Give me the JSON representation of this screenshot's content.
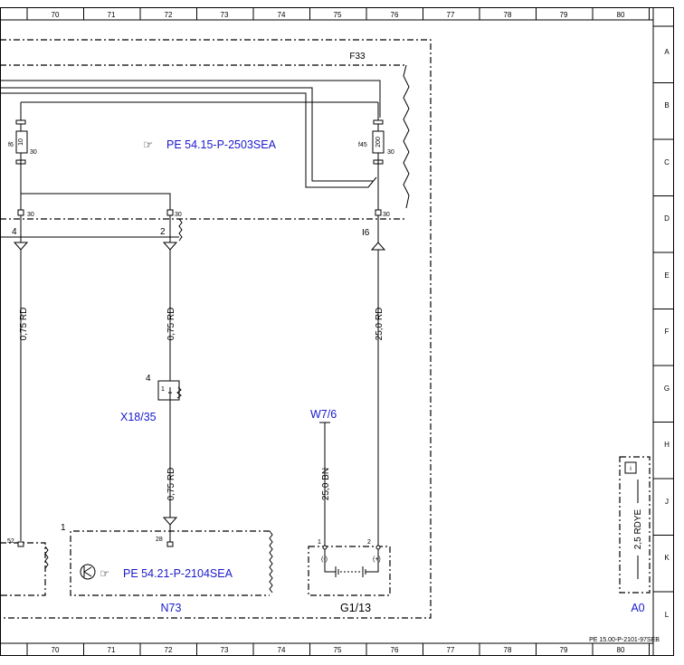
{
  "frame": {
    "columns": [
      "70",
      "71",
      "72",
      "73",
      "74",
      "75",
      "76",
      "77",
      "78",
      "79",
      "80"
    ],
    "rows": [
      "A",
      "B",
      "C",
      "D",
      "E",
      "F",
      "G",
      "H",
      "J",
      "K",
      "L"
    ]
  },
  "component_ids": {
    "fuse_box": "F33",
    "relay": "X18/35",
    "consumer_a": "N73",
    "battery": "G1/13",
    "ground_point": "W7/6",
    "legend_box": "A0"
  },
  "fuses": {
    "left": {
      "number": "f6",
      "rating": "10",
      "terminal": "30"
    },
    "right": {
      "number": "f45",
      "rating": "200",
      "terminal": "30"
    }
  },
  "pins": {
    "connector_left_top": "30",
    "connector_mid_top": "30",
    "connector_right_top": "30",
    "conn_left_num": "4",
    "conn_mid_num": "2",
    "conn_right_label": "I6",
    "relay_pin": "4",
    "relay_inner": "1",
    "left_frame_pin": "52",
    "n73_pin": "28",
    "n73_corner": "1",
    "battery_pin1": "1",
    "battery_pin2": "2",
    "battery_minus": "(-)",
    "battery_plus": "(+)"
  },
  "wires": {
    "left": "0,75 RD",
    "mid_upper": "0,75 RD",
    "mid_lower": "0,75 RD",
    "right": "25,0 RD",
    "ground": "25,0 BN",
    "legend": "2,5 RDYE"
  },
  "references": {
    "upper": "PE 54.15-P-2503SEA",
    "lower": "PE 54.21-P-2104SEA"
  },
  "footer": {
    "doc_id": "PE 15.00-P-2101-97SEB"
  },
  "legend_icon": "info-icon"
}
